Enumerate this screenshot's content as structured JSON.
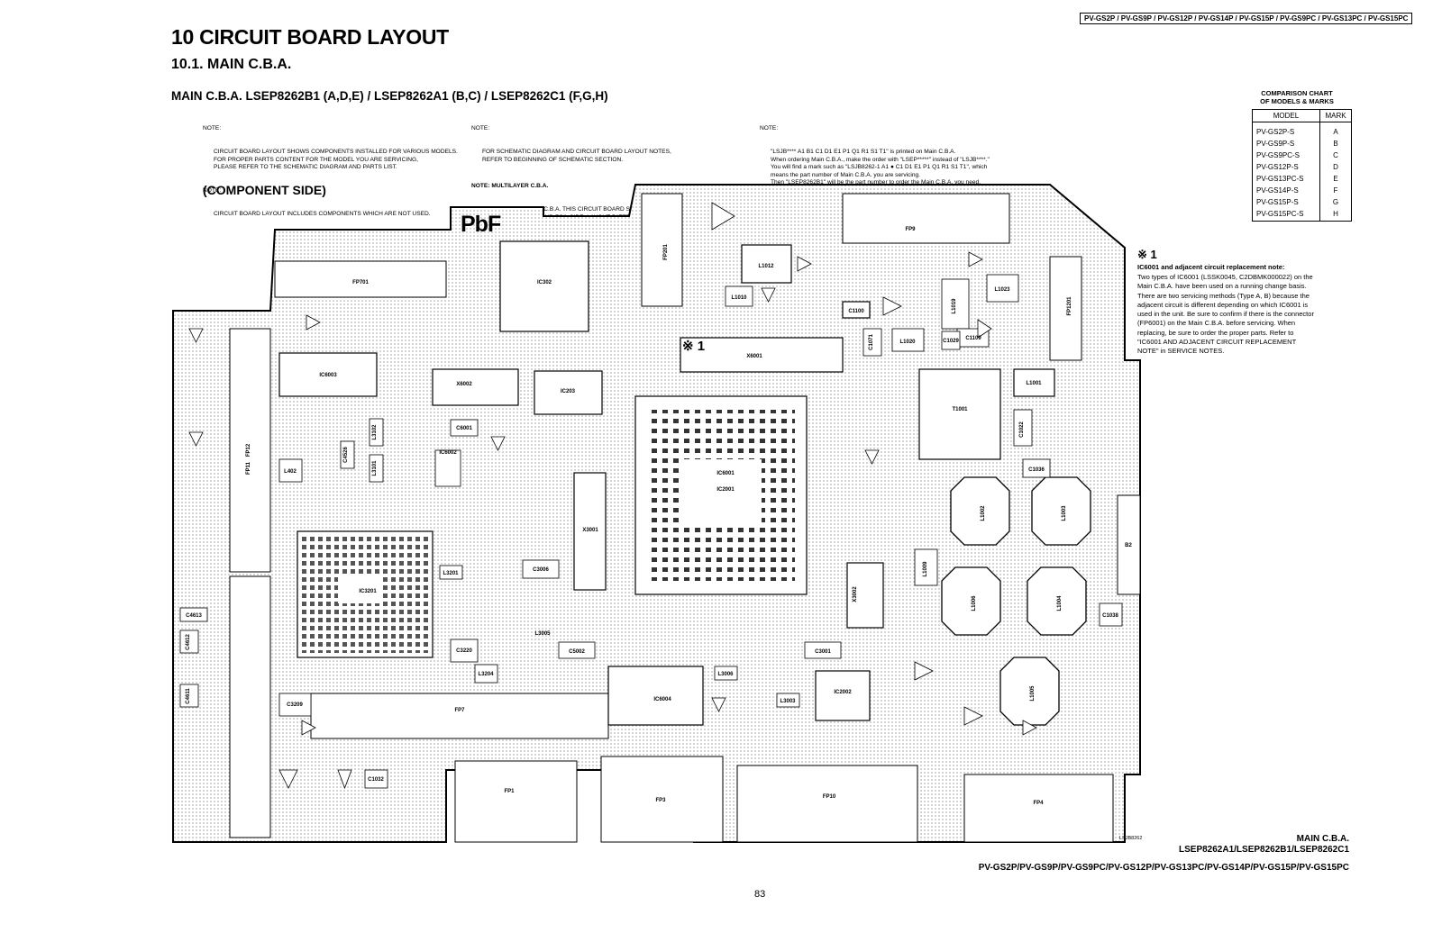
{
  "header_models": "PV-GS2P / PV-GS9P / PV-GS12P / PV-GS14P / PV-GS15P / PV-GS9PC / PV-GS13PC / PV-GS15PC",
  "title": "10 CIRCUIT BOARD LAYOUT",
  "section": "10.1.   MAIN C.B.A.",
  "subtitle": "MAIN C.B.A. LSEP8262B1 (A,D,E) / LSEP8262A1 (B,C) / LSEP8262C1 (F,G,H)",
  "notes": {
    "col1": {
      "label1": "NOTE:",
      "text1": "CIRCUIT BOARD LAYOUT SHOWS COMPONENTS INSTALLED FOR VARIOUS MODELS.\nFOR PROPER PARTS CONTENT FOR THE MODEL YOU ARE SERVICING,\nPLEASE REFER TO THE SCHEMATIC DIAGRAM AND PARTS LIST.",
      "label2": "NOTE:",
      "text2": "CIRCUIT BOARD LAYOUT INCLUDES COMPONENTS WHICH ARE NOT USED."
    },
    "col2": {
      "label1": "NOTE:",
      "text1": "FOR SCHEMATIC DIAGRAM AND CIRCUIT BOARD LAYOUT NOTES,\nREFER TO BEGINNING OF SCHEMATIC SECTION.",
      "label2": "NOTE: MULTILAYER C.B.A.",
      "text2": "THIS C.B.A. IS Multi-Layer C.B.A. THIS CIRCUIT BOARD SHOWS COMPONENT LAYOUT-PATTERN\nFOR COMPONENT SIDE AND FOIL SIDE. LAYOUT PATETRNS ARE SINGLE PATTERN FOR EACH\nSIDE THAT MAKE EASY TO SIGHT THE COMPONENT LAYOUT."
    },
    "col3": {
      "label1": "NOTE:",
      "text1": "\"LSJB**** A1 B1 C1 D1 E1 P1 Q1 R1 S1 T1\" is printed on Main C.B.A.\nWhen ordering Main C.B.A., make the order with \"LSEP*****\" instead of \"LSJB****.\"\nYou will find a mark such as \"LSJB8262-1 A1 ● C1 D1 E1 P1 Q1 R1 S1 T1\", which\nmeans the part number of Main C.B.A. you are servicing.\nThen \"LSEP8262B1\" will be the part number to order the Main C.B.A. you need."
    }
  },
  "component_side_label": "(COMPONENT SIDE)",
  "comparison_chart": {
    "title_line1": "COMPARISON CHART",
    "title_line2": "OF MODELS & MARKS",
    "col_model": "MODEL",
    "col_mark": "MARK",
    "rows": [
      {
        "model": "PV-GS2P-S",
        "mark": "A"
      },
      {
        "model": "PV-GS9P-S",
        "mark": "B"
      },
      {
        "model": "PV-GS9PC-S",
        "mark": "C"
      },
      {
        "model": "PV-GS12P-S",
        "mark": "D"
      },
      {
        "model": "PV-GS13PC-S",
        "mark": "E"
      },
      {
        "model": "PV-GS14P-S",
        "mark": "F"
      },
      {
        "model": "PV-GS15P-S",
        "mark": "G"
      },
      {
        "model": "PV-GS15PC-S",
        "mark": "H"
      }
    ]
  },
  "replacement_note": {
    "mark": "※ 1",
    "title": "IC6001 and adjacent circuit replacement note:",
    "body": "Two types of IC6001 (LSSK0045, C2DBMK000022) on the Main C.B.A. have been used on a running change basis. There are two servicing methods (Type A, B) because the adjacent circuit is different depending on which IC6001 is used in the unit. Be sure to confirm if there is the connector (FP6001) on the Main C.B.A. before servicing. When replacing, be sure to order the proper parts. Refer to \"IC6001 AND ADJACENT CIRCUIT REPLACEMENT NOTE\" in SERVICE NOTES."
  },
  "board": {
    "pbf": "PbF",
    "ref_mark": "※ 1",
    "board_code": "LSJB8262",
    "labels": {
      "ic302": "IC302",
      "ic2001": "IC2001",
      "x6001": "X6001",
      "ic6001": "IC6001",
      "fp701": "FP701",
      "fp9": "FP9",
      "fp201": "FP201",
      "fp1201": "FP1201",
      "ic6003": "IC6003",
      "x6002": "X6002",
      "ic203": "IC203",
      "t1001": "T1001",
      "l1002": "L1002",
      "l1003": "L1003",
      "l1004": "L1004",
      "l1006": "L1006",
      "l1005": "L1005",
      "b2": "B2",
      "ic3201": "IC3201",
      "x3001": "X3001",
      "fp7": "FP7",
      "ic6004": "IC6004",
      "ic2002": "IC2002",
      "fp1": "FP1",
      "fp3": "FP3",
      "fp10": "FP10",
      "fp4": "FP4",
      "fp12": "FP12",
      "fp11": "FP11",
      "l1001": "L1001",
      "l1012": "L1012",
      "l3201": "L3201",
      "x3002": "X3002",
      "l1009": "L1009",
      "c1100": "C1100",
      "l1023": "L1023",
      "l1019": "L1019",
      "l1020": "L1020",
      "c1022": "C1022",
      "c1038": "C1038",
      "l3005": "L3005",
      "c1036": "C1036",
      "l1010": "L1010",
      "ic6002": "IC6002",
      "c3209": "C3209",
      "c3220": "C3220",
      "l3204": "L3204",
      "c4613": "C4613",
      "c4612": "C4612",
      "c4611": "C4611",
      "c1109": "C1109",
      "l3006": "L3006",
      "l3003": "L3003",
      "c5002": "C5002",
      "c3006": "C3006",
      "c3001": "C3001",
      "c6001": "C6001",
      "l402": "L402",
      "l3102": "L3102",
      "l3101": "L3101",
      "c4526": "C4526",
      "c1032": "C1032",
      "c1029": "C1029",
      "c1071": "C1071"
    }
  },
  "footer": {
    "line1": "MAIN C.B.A.",
    "line2": "LSEP8262A1/LSEP8262B1/LSEP8262C1",
    "line3": "PV-GS2P/PV-GS9P/PV-GS9PC/PV-GS12P/PV-GS13PC/PV-GS14P/PV-GS15P/PV-GS15PC",
    "page": "83"
  }
}
